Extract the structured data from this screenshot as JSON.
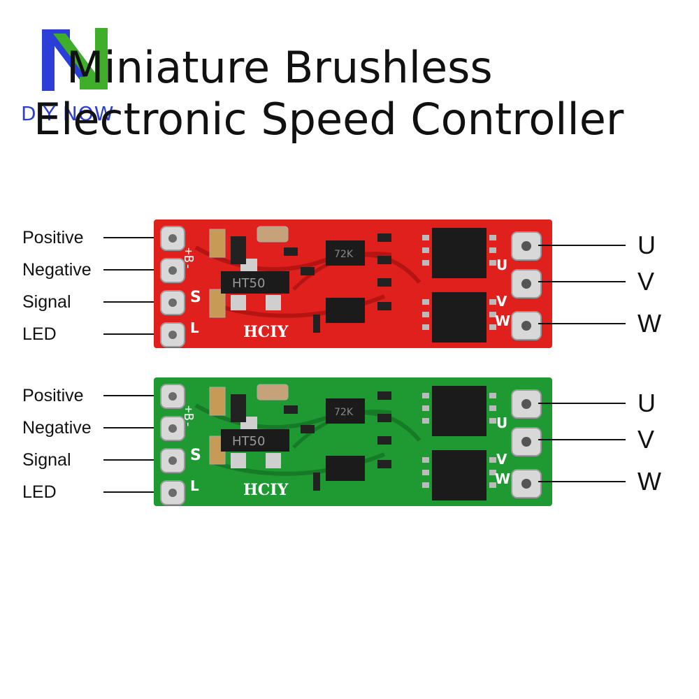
{
  "brand": {
    "logo_icon": "n-arrow-logo-icon",
    "name": "DIY NOW",
    "colors": {
      "blue": "#2b3fd8",
      "green": "#3fae2a"
    }
  },
  "title": {
    "line1": "Miniature Brushless",
    "line2": "Electronic Speed Controller"
  },
  "boards": [
    {
      "color": "#e0201c",
      "pin_labels": [
        "Positive",
        "Negative",
        "Signal",
        "LED"
      ],
      "phase_labels": [
        "U",
        "V",
        "W"
      ],
      "silkscreen": {
        "reg": "HT50",
        "ic": "72K",
        "logo": "HCIY",
        "plus_b": "+B-",
        "s": "S",
        "l": "L",
        "u": "U",
        "v": "V",
        "w": "W"
      }
    },
    {
      "color": "#1f9a32",
      "pin_labels": [
        "Positive",
        "Negative",
        "Signal",
        "LED"
      ],
      "phase_labels": [
        "U",
        "V",
        "W"
      ],
      "silkscreen": {
        "reg": "HT50",
        "ic": "72K",
        "logo": "HCIY",
        "plus_b": "+B-",
        "s": "S",
        "l": "L",
        "u": "U",
        "v": "V",
        "w": "W"
      }
    }
  ]
}
